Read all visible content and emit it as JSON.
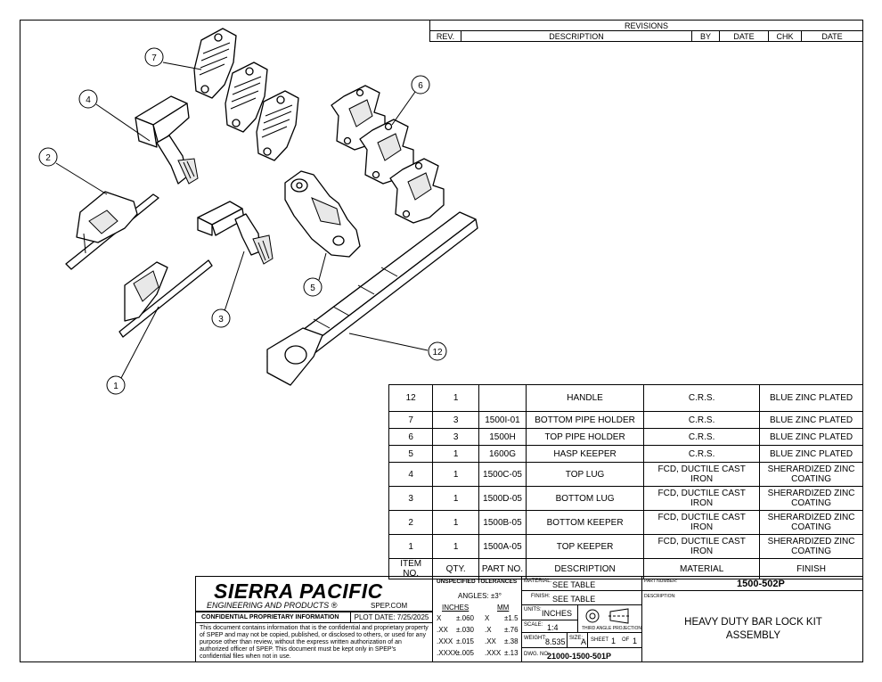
{
  "revisions": {
    "title": "REVISIONS",
    "headers": [
      "REV.",
      "DESCRIPTION",
      "BY",
      "DATE",
      "CHK",
      "DATE"
    ]
  },
  "callouts": [
    "1",
    "2",
    "3",
    "4",
    "5",
    "6",
    "7",
    "12"
  ],
  "bom": {
    "rows": [
      {
        "item": "12",
        "qty": "1",
        "part": "",
        "desc": "HANDLE",
        "material": "C.R.S.",
        "finish": "BLUE ZINC PLATED"
      },
      {
        "item": "7",
        "qty": "3",
        "part": "1500I-01",
        "desc": "BOTTOM PIPE HOLDER",
        "material": "C.R.S.",
        "finish": "BLUE ZINC PLATED"
      },
      {
        "item": "6",
        "qty": "3",
        "part": "1500H",
        "desc": "TOP PIPE HOLDER",
        "material": "C.R.S.",
        "finish": "BLUE ZINC PLATED"
      },
      {
        "item": "5",
        "qty": "1",
        "part": "1600G",
        "desc": "HASP KEEPER",
        "material": "C.R.S.",
        "finish": "BLUE ZINC PLATED"
      },
      {
        "item": "4",
        "qty": "1",
        "part": "1500C-05",
        "desc": "TOP LUG",
        "material": "FCD, DUCTILE CAST IRON",
        "finish": "SHERARDIZED ZINC COATING"
      },
      {
        "item": "3",
        "qty": "1",
        "part": "1500D-05",
        "desc": "BOTTOM LUG",
        "material": "FCD, DUCTILE CAST IRON",
        "finish": "SHERARDIZED ZINC COATING"
      },
      {
        "item": "2",
        "qty": "1",
        "part": "1500B-05",
        "desc": "BOTTOM KEEPER",
        "material": "FCD, DUCTILE CAST IRON",
        "finish": "SHERARDIZED ZINC COATING"
      },
      {
        "item": "1",
        "qty": "1",
        "part": "1500A-05",
        "desc": "TOP KEEPER",
        "material": "FCD, DUCTILE CAST IRON",
        "finish": "SHERARDIZED ZINC COATING"
      }
    ],
    "headers": [
      "ITEM NO.",
      "QTY.",
      "PART NO.",
      "DESCRIPTION",
      "MATERIAL",
      "FINISH"
    ]
  },
  "company": {
    "name": "SIERRA PACIFIC",
    "sub": "ENGINEERING AND PRODUCTS",
    "reg": "®",
    "web": "SPEP.COM",
    "confidential_label": "CONFIDENTIAL PROPRIETARY INFORMATION",
    "plot_date": "PLOT DATE: 7/25/2025",
    "notice": "This document contains information that is the confidential and proprietary property of SPEP and may not be copied, published, or disclosed to others, or used for any purpose  other than review, without the express written authorization of an authorized officer of SPEP. This document must be kept only in SPEP's confidential files when not in use."
  },
  "tolerances": {
    "title": "UNSPECIFIED TOLERANCES",
    "angles": "ANGLES: ±3°",
    "inches": "INCHES",
    "mm": "MM",
    "rows": [
      [
        "X",
        "±.060",
        "X",
        "±1.5"
      ],
      [
        ".XX",
        "±.030",
        ".X",
        "±.76"
      ],
      [
        ".XXX",
        "±.015",
        ".XX",
        "±.38"
      ],
      [
        ".XXXX",
        "±.005",
        ".XXX",
        "±.13"
      ]
    ]
  },
  "info": {
    "material_label": "MATERIAL:",
    "material": "SEE TABLE",
    "finish_label": "FINISH:",
    "finish": "SEE TABLE",
    "units_label": "UNITS:",
    "units": "INCHES",
    "scale_label": "SCALE:",
    "scale": "1:4",
    "projection": "THIRD ANGLE PROJECTION",
    "weight_label": "WEIGHT:",
    "weight": "8.535",
    "size_label": "SIZE:",
    "size": "A",
    "sheet_label": "SHEET",
    "sheet": "1",
    "of_label": "OF",
    "of": "1",
    "dwg_label": "DWG. NO:",
    "dwg": "21000-1500-501P",
    "part_label": "PART NUMBER:",
    "part": "1500-502P",
    "desc_label": "DESCRIPTION:",
    "desc1": "HEAVY DUTY BAR LOCK KIT",
    "desc2": "ASSEMBLY"
  }
}
